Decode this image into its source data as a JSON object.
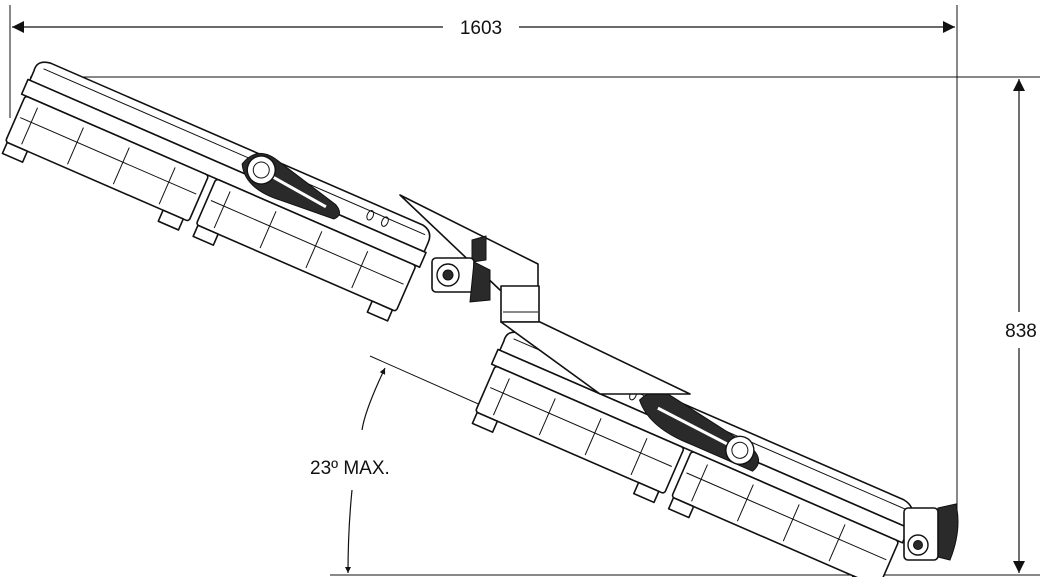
{
  "dimensions": {
    "width_label": "1603",
    "height_label": "838",
    "angle_label": "23º MAX."
  },
  "colors": {
    "line": "#111111",
    "background": "#ffffff"
  }
}
